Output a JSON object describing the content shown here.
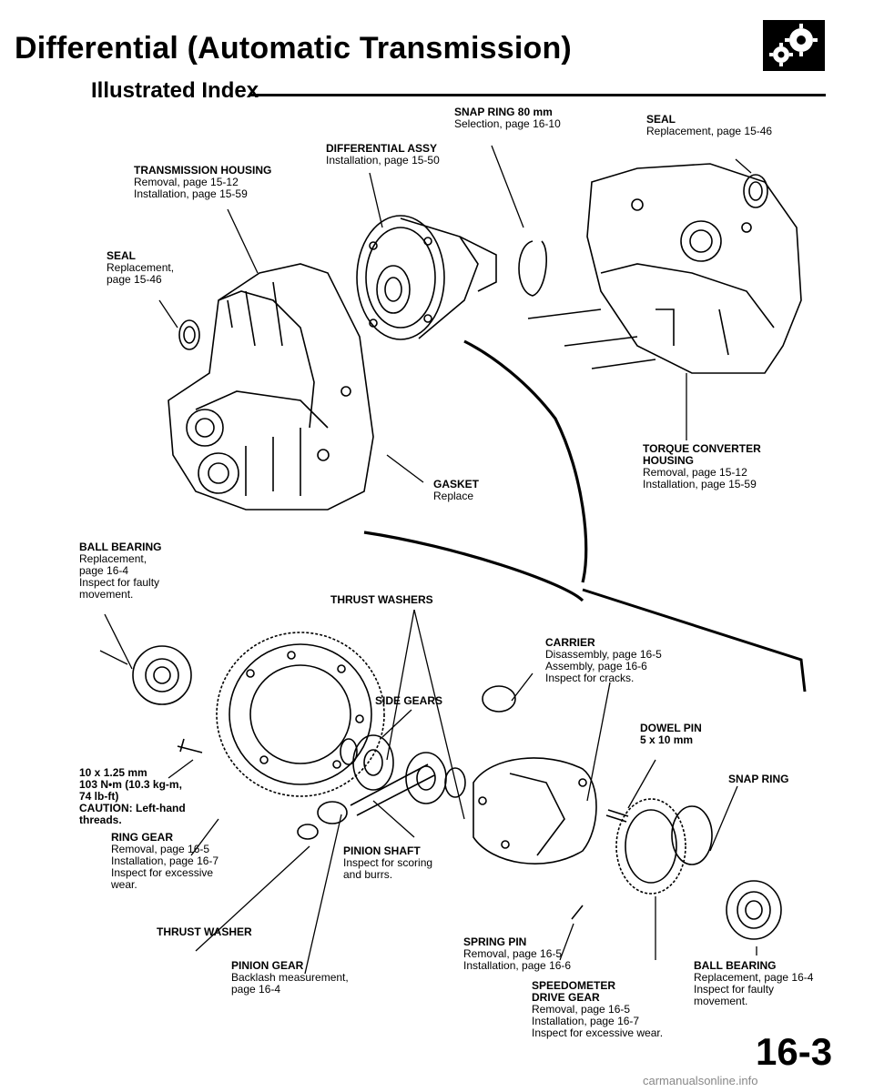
{
  "header": {
    "title": "Differential (Automatic Transmission)",
    "subtitle": "Illustrated Index",
    "logo_icon": "differential-gears-logo"
  },
  "labels": {
    "snap_ring_80": {
      "title": "SNAP RING 80 mm",
      "lines": [
        "Selection, page 16-10"
      ]
    },
    "seal_top": {
      "title": "SEAL",
      "lines": [
        "Replacement, page 15-46"
      ]
    },
    "diff_assy": {
      "title": "DIFFERENTIAL ASSY",
      "lines": [
        "Installation, page 15-50"
      ]
    },
    "trans_housing": {
      "title": "TRANSMISSION HOUSING",
      "lines": [
        "Removal, page 15-12",
        "Installation, page 15-59"
      ]
    },
    "seal_left": {
      "title": "SEAL",
      "lines": [
        "Replacement,",
        "page 15-46"
      ]
    },
    "torque_housing": {
      "title": "TORQUE CONVERTER",
      "title2": "HOUSING",
      "lines": [
        "Removal, page 15-12",
        "Installation, page 15-59"
      ]
    },
    "gasket": {
      "title": "GASKET",
      "lines": [
        "Replace"
      ]
    },
    "ball_bearing_left": {
      "title": "BALL BEARING",
      "lines": [
        "Replacement,",
        "page 16-4",
        "Inspect for faulty",
        "movement."
      ]
    },
    "thrust_washers": {
      "title": "THRUST WASHERS"
    },
    "carrier": {
      "title": "CARRIER",
      "lines": [
        "Disassembly, page 16-5",
        "Assembly, page 16-6",
        "Inspect for cracks."
      ]
    },
    "side_gears": {
      "title": "SIDE GEARS"
    },
    "dowel_pin": {
      "title": "DOWEL PIN",
      "title2": "5 x 10 mm"
    },
    "bolt": {
      "title": "10 x 1.25 mm",
      "title2": "103 N•m (10.3 kg-m,",
      "title3": "74 lb-ft)",
      "title4": "CAUTION: Left-hand",
      "title5": "threads."
    },
    "snap_ring": {
      "title": "SNAP RING"
    },
    "ring_gear": {
      "title": "RING GEAR",
      "lines": [
        "Removal, page 16-5",
        "Installation, page 16-7",
        "Inspect for excessive",
        "wear."
      ]
    },
    "pinion_shaft": {
      "title": "PINION SHAFT",
      "lines": [
        "Inspect for scoring",
        "and burrs."
      ]
    },
    "thrust_washer": {
      "title": "THRUST WASHER"
    },
    "spring_pin": {
      "title": "SPRING PIN",
      "lines": [
        "Removal, page 16-5",
        "Installation, page 16-6"
      ]
    },
    "pinion_gear": {
      "title": "PINION GEAR",
      "lines": [
        "Backlash measurement,",
        "page 16-4"
      ]
    },
    "speedometer": {
      "title": "SPEEDOMETER",
      "title2": "DRIVE GEAR",
      "lines": [
        "Removal, page 16-5",
        "Installation, page 16-7",
        "Inspect for excessive wear."
      ]
    },
    "ball_bearing_right": {
      "title": "BALL BEARING",
      "lines": [
        "Replacement, page 16-4",
        "Inspect for faulty",
        "movement."
      ]
    }
  },
  "footer": {
    "page_number": "16-3",
    "watermark": "carmanualsonline.info"
  }
}
